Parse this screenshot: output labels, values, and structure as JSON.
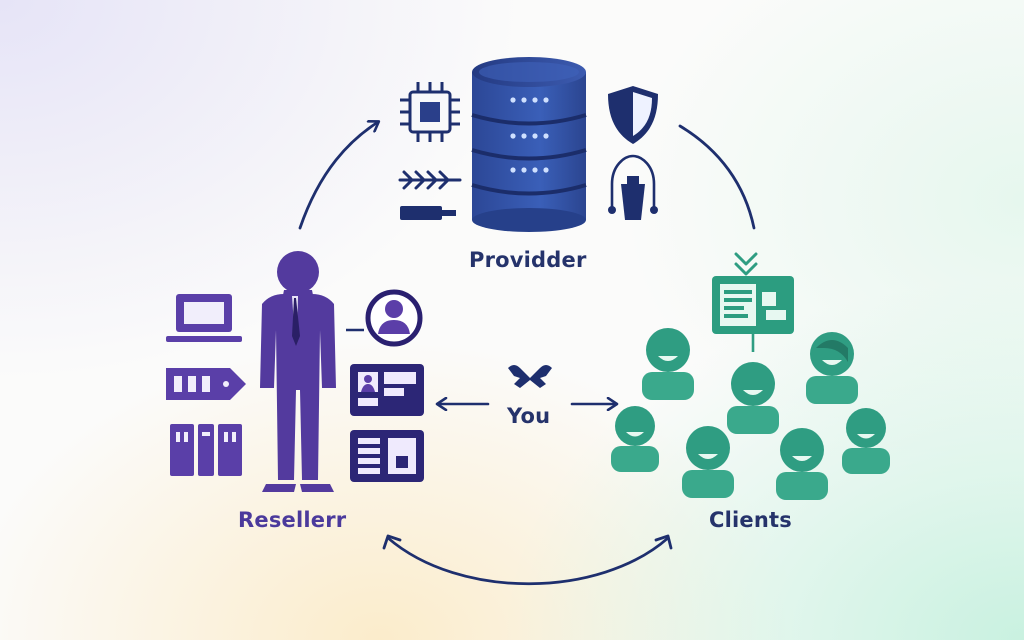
{
  "diagram": {
    "nodes": {
      "provider": {
        "label": "Providder"
      },
      "reseller": {
        "label": "Resellerr"
      },
      "clients": {
        "label": "Clients"
      },
      "you": {
        "label": "You"
      }
    },
    "edges": [
      {
        "from": "reseller",
        "to": "provider",
        "style": "arrow"
      },
      {
        "from": "provider",
        "to": "clients",
        "style": "line"
      },
      {
        "from": "reseller",
        "to": "clients",
        "style": "double-arrow"
      },
      {
        "from": "you",
        "to": "reseller",
        "style": "arrow"
      },
      {
        "from": "you",
        "to": "clients",
        "style": "arrow"
      }
    ]
  },
  "colors": {
    "navy": "#1e2f6e",
    "provider_blue": "#3a56a8",
    "reseller_purple": "#5b3ea8",
    "clients_green": "#2f9d82",
    "label_navy": "#25336b"
  },
  "icons": [
    "database-server-icon",
    "circuit-chip-icon",
    "shield-icon",
    "arrow-chevrons-icon",
    "cable-plug-icon",
    "network-node-icon",
    "businessman-icon",
    "laptop-icon",
    "server-tag-icon",
    "server-racks-icon",
    "user-avatar-icon",
    "id-card-icon",
    "form-panel-icon",
    "handshake-icon",
    "document-screen-icon",
    "chevron-down-icon",
    "client-avatar-icon"
  ]
}
